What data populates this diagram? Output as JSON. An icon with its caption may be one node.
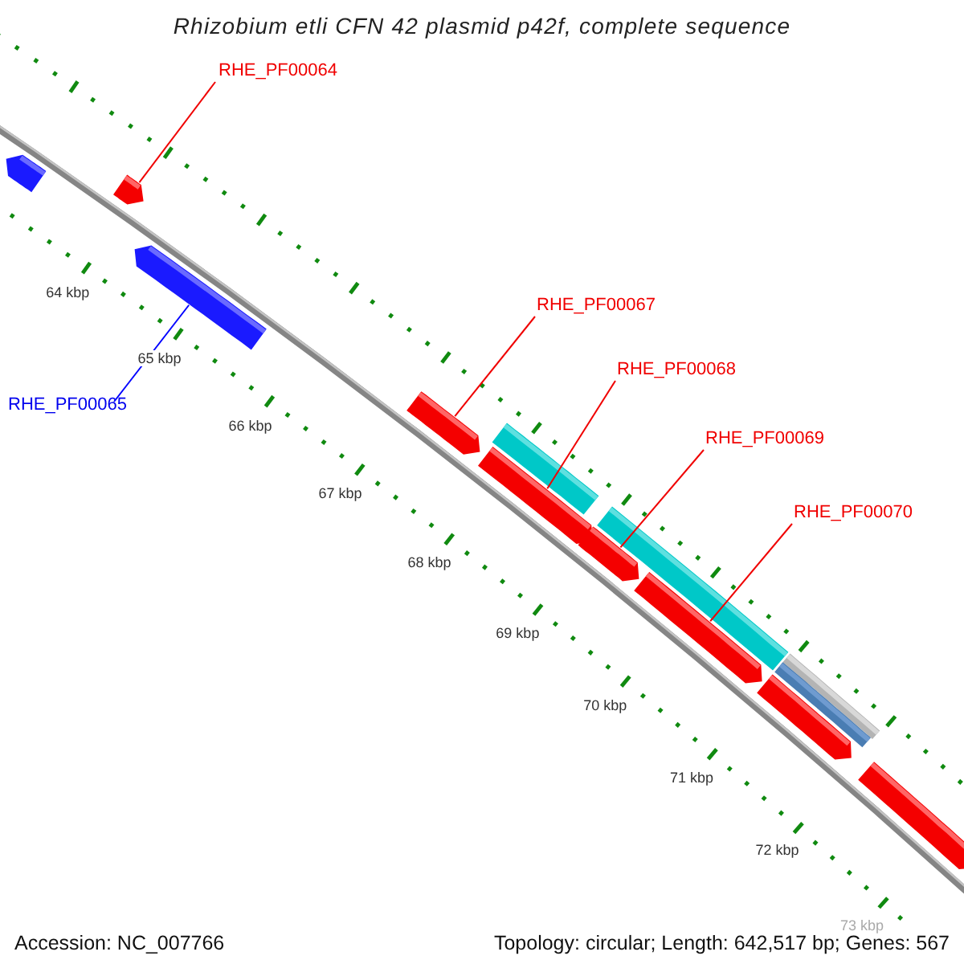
{
  "diagram": {
    "title": "Rhizobium etli CFN 42 plasmid p42f, complete sequence",
    "nodes": [
      {
        "text": [
          "RHE_PF00064"
        ]
      },
      {
        "text": [
          "RHE_PF00065"
        ]
      },
      {
        "text": [
          "RHE_PF00067"
        ]
      },
      {
        "text": [
          "RHE_PF00068"
        ]
      },
      {
        "text": [
          "RHE_PF00069"
        ]
      },
      {
        "text": [
          "RHE_PF00070"
        ]
      },
      {
        "text": [],
        "shape": "pentagon"
      },
      {
        "text": [],
        "shape": "pentagon"
      },
      {
        "text": [],
        "shape": "pentagon"
      },
      {
        "text": [],
        "shape": "pentagon"
      },
      {
        "text": [],
        "shape": "bar"
      },
      {
        "text": [],
        "shape": "pentagon"
      },
      {
        "text": [],
        "shape": "bar"
      },
      {
        "text": [],
        "shape": "pentagon"
      },
      {
        "text": [],
        "shape": "pentagon"
      },
      {
        "text": [],
        "shape": "bar"
      },
      {
        "text": [],
        "shape": "bar"
      },
      {
        "text": [],
        "shape": "pentagon"
      },
      {
        "text": [],
        "shape": "pentagon"
      }
    ],
    "edges": [
      {
        "from": 0,
        "to": 7,
        "arrow": "none"
      },
      {
        "from": 1,
        "to": 8,
        "arrow": "none",
        "color": "#0000ff"
      },
      {
        "from": 2,
        "to": 9,
        "arrow": "none"
      },
      {
        "from": 3,
        "to": 11,
        "arrow": "none"
      },
      {
        "from": 4,
        "to": 13,
        "arrow": "none"
      },
      {
        "from": 5,
        "to": 14,
        "arrow": "none"
      }
    ],
    "labels": [
      "64 kbp",
      "65 kbp",
      "66 kbp",
      "67 kbp",
      "68 kbp",
      "69 kbp",
      "70 kbp",
      "71 kbp",
      "72 kbp",
      "73 kbp",
      "Accession: NC_007766",
      "Topology: circular; Length: 642,517 bp; Genes: 567"
    ]
  }
}
